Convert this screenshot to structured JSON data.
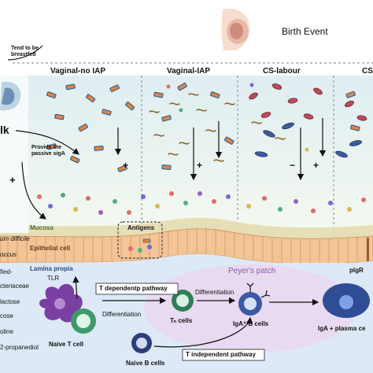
{
  "header": {
    "birth_event": "Birth Event",
    "tend_breastfed": "Tend to be\nbreastfed"
  },
  "columns": [
    "Vaginal-no IAP",
    "Vaginal-IAP",
    "CS-labour",
    "CS"
  ],
  "left_panel": {
    "milk_label": "lk",
    "provide_siga": "Provide the\npassive sigA",
    "plus": "+",
    "list": [
      "um difficile",
      "occus",
      "fied-",
      "cteriaceae",
      "lactose",
      "cose",
      "oline",
      "2-propanediol"
    ]
  },
  "signs": {
    "plus": "+",
    "minus": "−"
  },
  "zones": {
    "mucosa": "Mucosa",
    "epithelial": "Epithelial cell",
    "lamina": "Lamina propia",
    "antigens": "Antigens",
    "peyers": "Peyer's patch",
    "plgr": "plgR",
    "tlr": "TLR"
  },
  "immune": {
    "t_dependent": "T dependentp pathway",
    "t_independent": "T independent pathway",
    "differentiation_1": "Differentiation",
    "differentiation_2": "Differentiation",
    "naive_t": "Naive T cell",
    "th_cells": "Tₕ cells",
    "naive_b": "Naive B cells",
    "iga_b": "IgA⁺ B cells",
    "iga_plasma": "IgA + plasma ce"
  },
  "colors": {
    "background": "#dfeef2",
    "lumen": "#eef6f7",
    "mucosa": "#e9e3bf",
    "epithelium": "#f3c79a",
    "lamina": "#dde9f6",
    "peyers": "#ead9ef"
  }
}
